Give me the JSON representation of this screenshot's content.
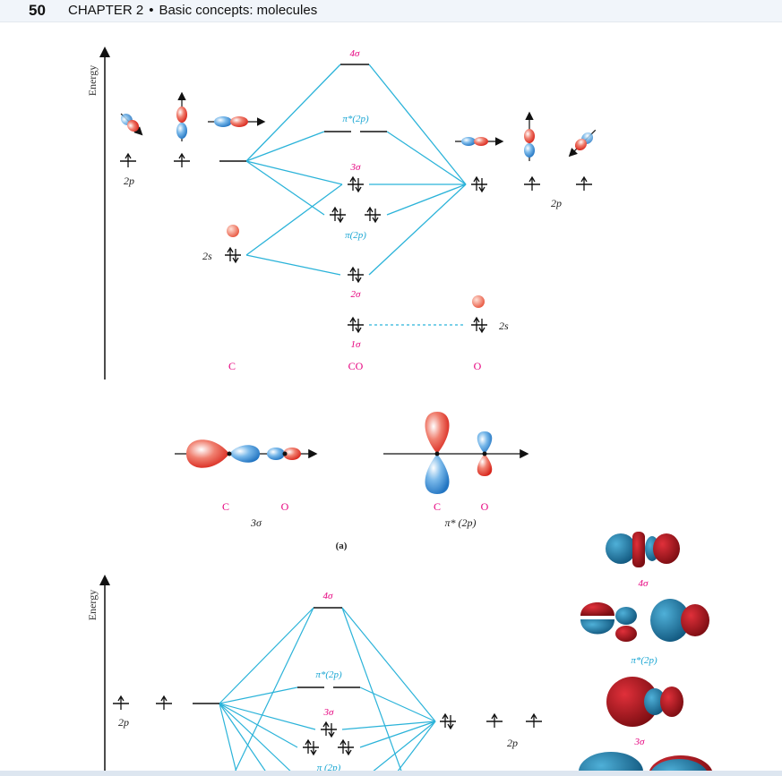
{
  "header": {
    "page_number": "50",
    "chapter_label": "CHAPTER 2",
    "bullet": "•",
    "chapter_title": "Basic concepts: molecules"
  },
  "diagram_a": {
    "energy_label": "Energy",
    "left_atom": "C",
    "center_label": "CO",
    "right_atom": "O",
    "left_2p": "2p",
    "left_2s": "2s",
    "right_2p": "2p",
    "right_2s": "2s",
    "mo_4sigma": "4σ",
    "mo_pi_star": "π*(2p)",
    "mo_3sigma": "3σ",
    "mo_pi": "π(2p)",
    "mo_2sigma": "2σ",
    "mo_1sigma": "1σ",
    "orb_3sigma_c": "C",
    "orb_3sigma_o": "O",
    "orb_3sigma_label": "3σ",
    "orb_pi_c": "C",
    "orb_pi_o": "O",
    "orb_pi_label": "π* (2p)",
    "caption": "(a)"
  },
  "diagram_b": {
    "energy_label": "Energy",
    "left_2p": "2p",
    "right_2p": "2p",
    "mo_4sigma": "4σ",
    "mo_pi_star": "π*(2p)",
    "mo_3sigma": "3σ",
    "mo_pi": "π (2p)",
    "render_4sigma": "4σ",
    "render_pi_star": "π*(2p)",
    "render_3sigma": "3σ"
  },
  "colors": {
    "line": "#2bb3d9",
    "magenta": "#e6007e",
    "cyan_label": "#1aa6d3",
    "lobe_red": "#e8463b",
    "lobe_blue": "#3a8fd1",
    "render_red": "#a3161d",
    "render_blue": "#1f6f9e"
  }
}
